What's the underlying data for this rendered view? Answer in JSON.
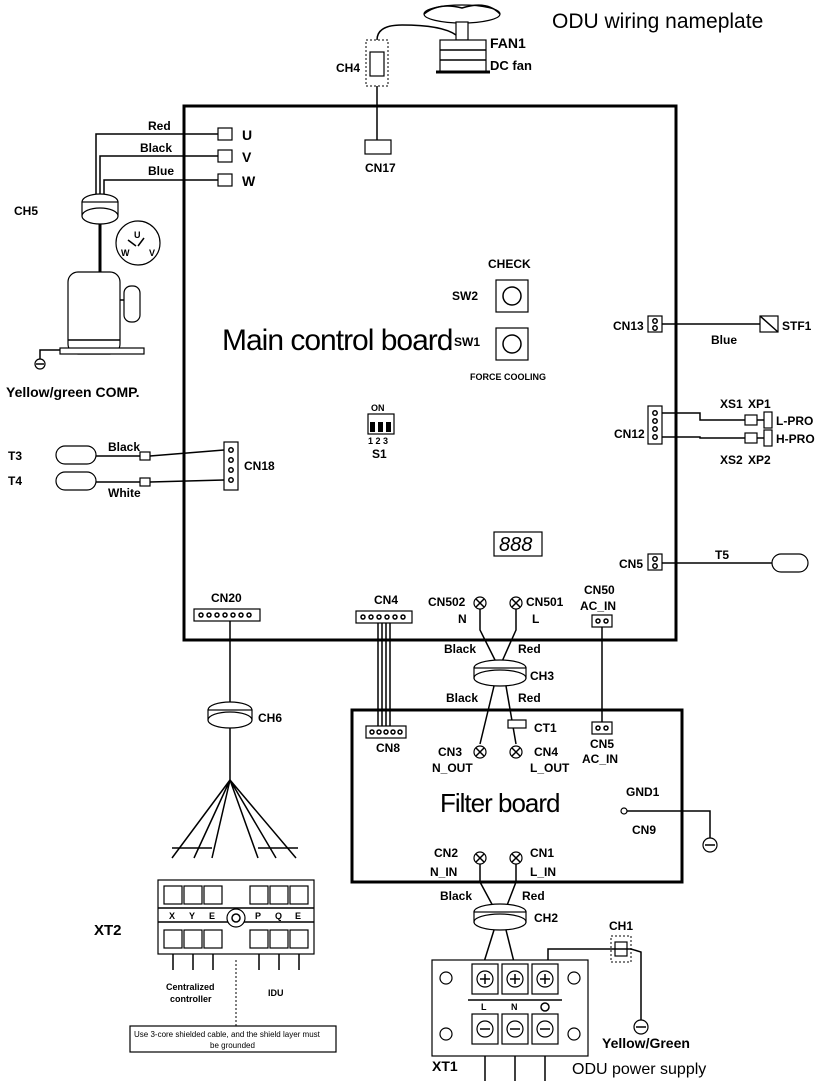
{
  "title": "ODU wiring nameplate",
  "main_board": {
    "label": "Main control board",
    "cn17": "CN17",
    "check": "CHECK",
    "sw2": "SW2",
    "sw1": "SW1",
    "force_cooling": "FORCE COOLING",
    "cn13": "CN13",
    "cn12": "CN12",
    "cn18": "CN18",
    "cn5": "CN5",
    "cn20": "CN20",
    "cn4": "CN4",
    "cn502": "CN502",
    "cn501": "CN501",
    "n": "N",
    "l": "L",
    "cn50": "CN50",
    "ac_in": "AC_IN",
    "dip_on": "ON",
    "dip_nums": "1 2 3",
    "s1": "S1",
    "display": "888"
  },
  "fan": {
    "fan1": "FAN1",
    "dc_fan": "DC fan",
    "ch4": "CH4"
  },
  "compressor": {
    "red": "Red",
    "black": "Black",
    "blue": "Blue",
    "u": "U",
    "v": "V",
    "w": "W",
    "ch5": "CH5",
    "label": "Yellow/green COMP.",
    "sym_u": "U",
    "sym_v": "V",
    "sym_w": "W"
  },
  "sensors": {
    "t3": "T3",
    "t4": "T4",
    "t5": "T5",
    "black": "Black",
    "white": "White"
  },
  "valves": {
    "blue": "Blue",
    "stf1": "STF1",
    "xs1": "XS1",
    "xp1": "XP1",
    "xs2": "XS2",
    "xp2": "XP2",
    "lpro": "L-PRO",
    "hpro": "H-PRO"
  },
  "filter_board": {
    "label": "Filter board",
    "ch3": "CH3",
    "black_top": "Black",
    "red_top": "Red",
    "black_mid": "Black",
    "red_mid": "Red",
    "ct1": "CT1",
    "cn3": "CN3",
    "n_out": "N_OUT",
    "cn4": "CN4",
    "l_out": "L_OUT",
    "cn5": "CN5",
    "ac_in": "AC_IN",
    "cn8": "CN8",
    "gnd1": "GND1",
    "cn9": "CN9",
    "cn2": "CN2",
    "n_in": "N_IN",
    "cn1": "CN1",
    "l_in": "L_IN",
    "black_bottom": "Black",
    "red_bottom": "Red",
    "ch2": "CH2"
  },
  "comm": {
    "ch6": "CH6",
    "xt2": "XT2",
    "x": "X",
    "y": "Y",
    "e1": "E",
    "p": "P",
    "q": "Q",
    "e2": "E",
    "centralized": "Centralized",
    "controller": "controller",
    "idu": "IDU",
    "note_line1": "Use 3-core shielded cable, and the shield layer must",
    "note_line2": "be grounded"
  },
  "power": {
    "ch1": "CH1",
    "xt1": "XT1",
    "l": "L",
    "n": "N",
    "yellow_green": "Yellow/Green",
    "odu_power_supply": "ODU power supply"
  }
}
